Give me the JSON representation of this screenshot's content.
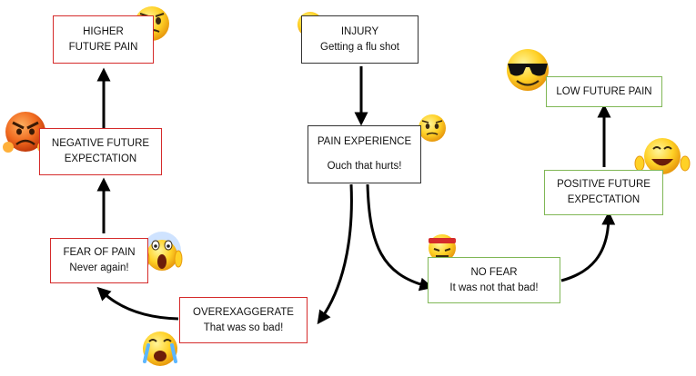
{
  "nodes": {
    "higher_future_pain": {
      "line1": "HIGHER",
      "line2": "FUTURE PAIN"
    },
    "negative_expectation": {
      "line1": "NEGATIVE FUTURE",
      "line2": "EXPECTATION"
    },
    "fear_of_pain": {
      "line1": "FEAR OF PAIN",
      "line2": "Never again!"
    },
    "injury": {
      "line1": "INJURY",
      "line2": "Getting a flu shot"
    },
    "pain_experience": {
      "line1": "PAIN EXPERIENCE",
      "line2": "Ouch that hurts!"
    },
    "overexaggerate": {
      "line1": "OVEREXAGGERATE",
      "line2": "That was so bad!"
    },
    "no_fear": {
      "line1": "NO FEAR",
      "line2": "It was not that bad!"
    },
    "low_future_pain": {
      "line1": "LOW FUTURE PAIN"
    },
    "positive_expectation": {
      "line1": "POSITIVE FUTURE",
      "line2": "EXPECTATION"
    }
  },
  "colors": {
    "negative_border": "#d52b2b",
    "neutral_border": "#333333",
    "positive_border": "#80b756",
    "arrow": "#000000"
  },
  "icons": [
    "worried-emoji-icon",
    "sad-emoji-icon",
    "angry-emoji-icon",
    "screaming-emoji-icon",
    "crying-emoji-icon",
    "tough-emoji-icon",
    "sunglasses-emoji-icon",
    "happy-emoji-icon"
  ]
}
